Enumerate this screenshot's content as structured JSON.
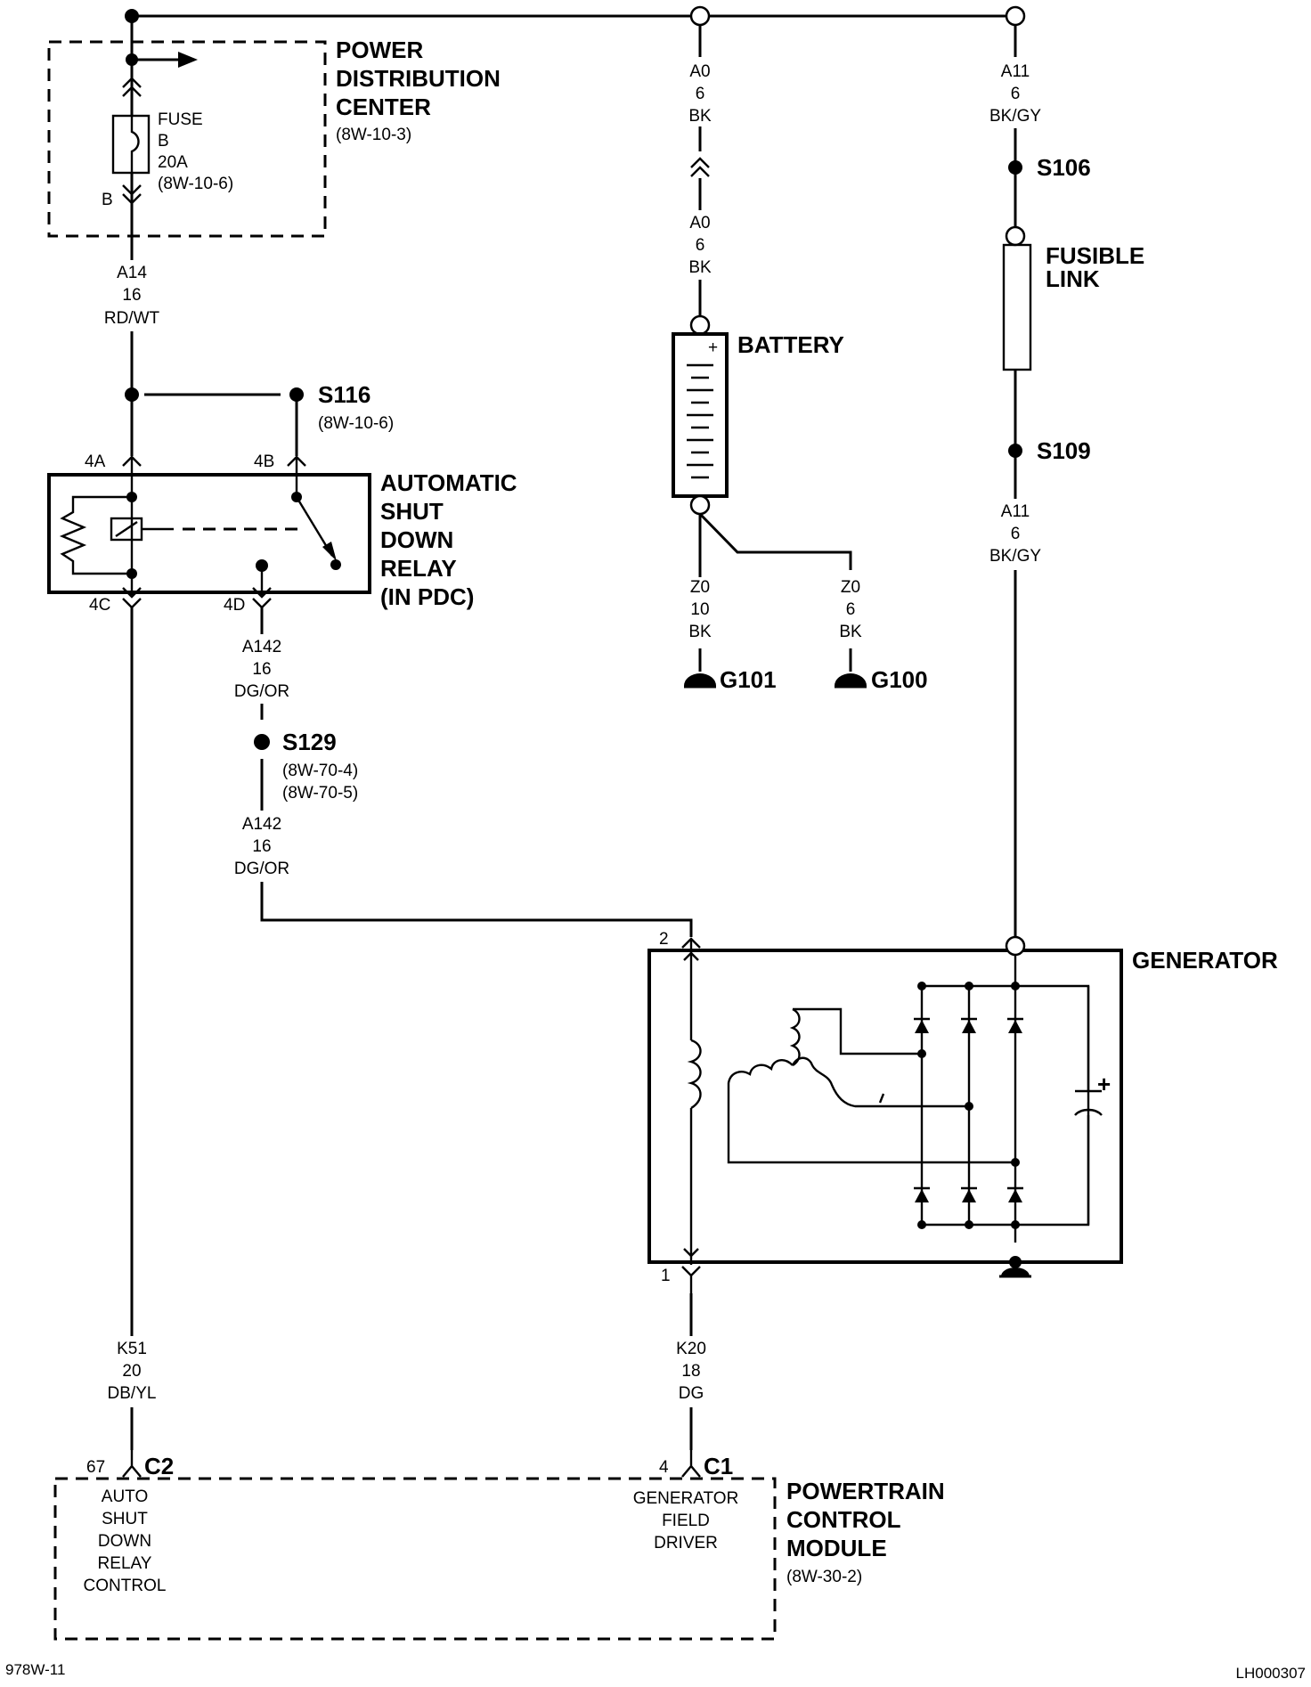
{
  "pdc": {
    "title": [
      "POWER",
      "DISTRIBUTION",
      "CENTER"
    ],
    "ref": "(8W-10-3)"
  },
  "fuse": {
    "lines": [
      "FUSE",
      "B",
      "20A",
      "(8W-10-6)"
    ],
    "pin": "B"
  },
  "wire_a14": [
    "A14",
    "16",
    "RD/WT"
  ],
  "wire_a0_top": [
    "A0",
    "6",
    "BK"
  ],
  "wire_a0_bottom": [
    "A0",
    "6",
    "BK"
  ],
  "wire_a11_top": [
    "A11",
    "6",
    "BK/GY"
  ],
  "wire_a11_bottom": [
    "A11",
    "6",
    "BK/GY"
  ],
  "battery": {
    "label": "BATTERY",
    "plus": "+"
  },
  "splices": {
    "s106": "S106",
    "s109": "S109",
    "s116": {
      "id": "S116",
      "ref": "(8W-10-6)"
    },
    "s129": {
      "id": "S129",
      "refs": [
        "(8W-70-4)",
        "(8W-70-5)"
      ]
    }
  },
  "fusible_link": {
    "lines": [
      "FUSIBLE",
      "LINK"
    ]
  },
  "relay": {
    "title": [
      "AUTOMATIC",
      "SHUT",
      "DOWN",
      "RELAY",
      "(IN PDC)"
    ],
    "pins": {
      "a": "4A",
      "b": "4B",
      "c": "4C",
      "d": "4D"
    }
  },
  "wire_a142_top": [
    "A142",
    "16",
    "DG/OR"
  ],
  "wire_a142_bottom": [
    "A142",
    "16",
    "DG/OR"
  ],
  "wire_z0_10": [
    "Z0",
    "10",
    "BK"
  ],
  "wire_z0_6": [
    "Z0",
    "6",
    "BK"
  ],
  "grounds": {
    "g101": "G101",
    "g100": "G100"
  },
  "generator": {
    "label": "GENERATOR",
    "pin_top": "2",
    "pin_bottom": "1",
    "cap_plus": "+"
  },
  "wire_k51": [
    "K51",
    "20",
    "DB/YL"
  ],
  "wire_k20": [
    "K20",
    "18",
    "DG"
  ],
  "pcm": {
    "title": [
      "POWERTRAIN",
      "CONTROL",
      "MODULE"
    ],
    "ref": "(8W-30-2)",
    "c2": {
      "connector": "C2",
      "pin": "67",
      "lines": [
        "AUTO",
        "SHUT",
        "DOWN",
        "RELAY",
        "CONTROL"
      ]
    },
    "c1": {
      "connector": "C1",
      "pin": "4",
      "lines": [
        "GENERATOR",
        "FIELD",
        "DRIVER"
      ]
    }
  },
  "footer": {
    "left": "978W-11",
    "right": "LH000307"
  }
}
